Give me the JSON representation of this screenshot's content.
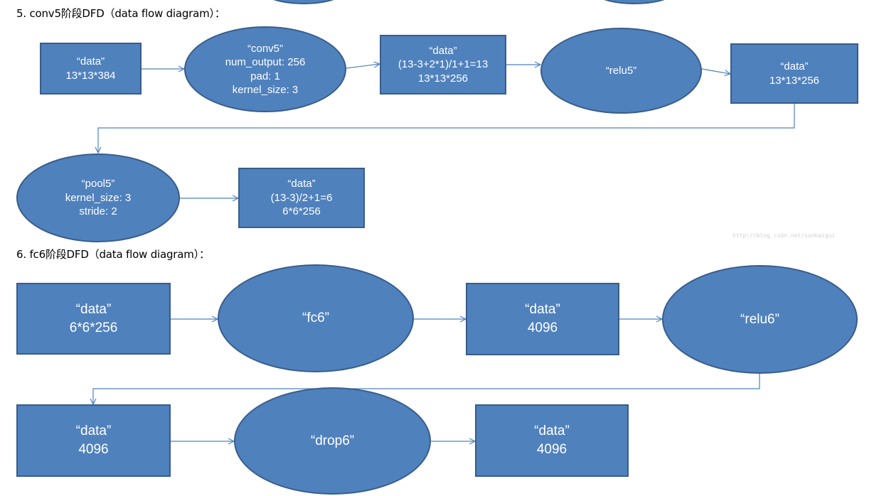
{
  "section5": {
    "heading": "5. conv5阶段DFD（data flow diagram）：",
    "nodes": {
      "data_in": "“data”\n13*13*384",
      "conv5": "“conv5”\nnum_output: 256\npad: 1\nkernel_size: 3",
      "data_conv": "“data”\n(13-3+2*1)/1+1=13\n13*13*256",
      "relu5": "“relu5”",
      "data_relu": "“data”\n13*13*256",
      "pool5": "“pool5”\nkernel_size: 3\nstride: 2",
      "data_pool": "“data”\n(13-3)/2+1=6\n6*6*256"
    }
  },
  "section6": {
    "heading": "6. fc6阶段DFD（data flow diagram）：",
    "nodes": {
      "data_in": "“data”\n6*6*256",
      "fc6": "“fc6”",
      "data_fc": "“data”\n4096",
      "relu6": "“relu6”",
      "data_relu": "“data”\n4096",
      "drop6": "“drop6”",
      "data_out": "“data”\n4096"
    }
  },
  "watermark": "http://blog.csdn.net/sunbaigui",
  "colors": {
    "node_fill": "#4f81bd",
    "node_border": "#385d8a",
    "connector": "#4f81bd",
    "text": "#ffffff"
  }
}
